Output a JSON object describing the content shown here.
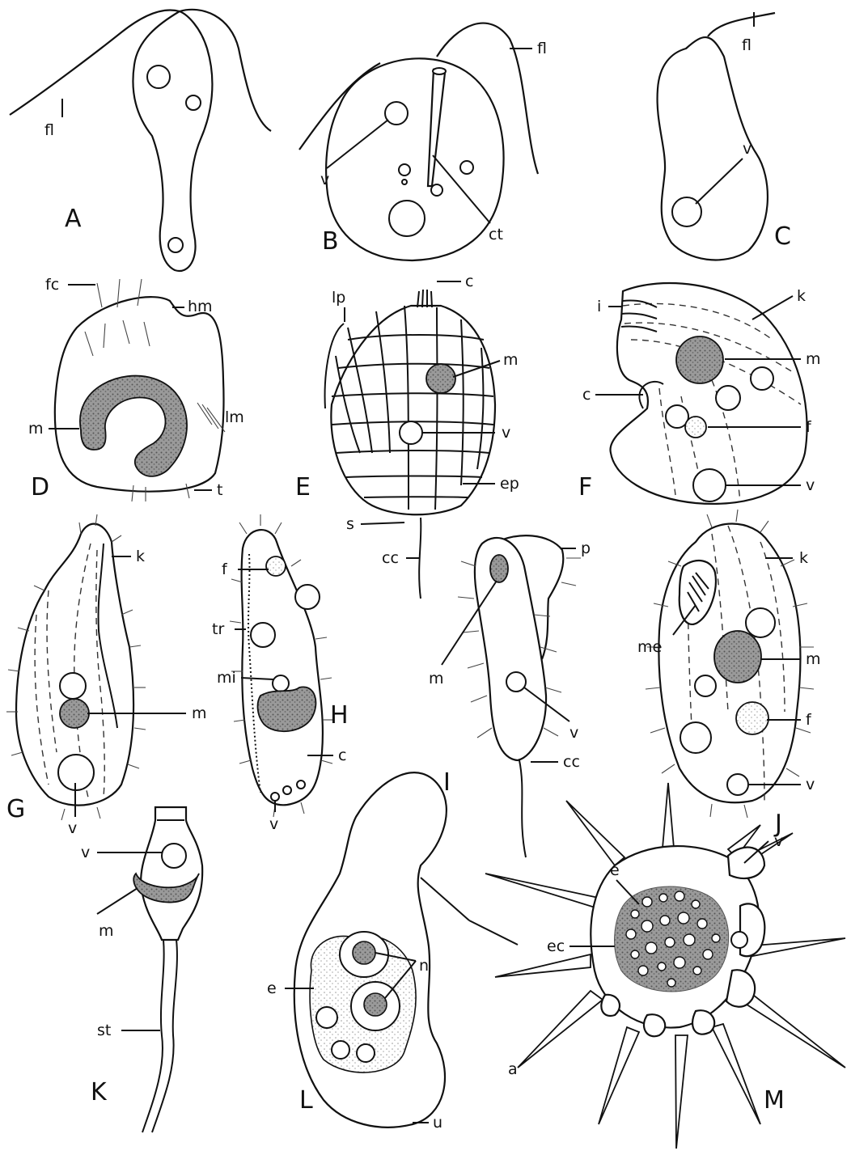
{
  "figure": {
    "panels": [
      {
        "letter": "A",
        "labels": [
          "fl"
        ]
      },
      {
        "letter": "B",
        "labels": [
          "fl",
          "v",
          "ct"
        ]
      },
      {
        "letter": "C",
        "labels": [
          "fl",
          "v"
        ]
      },
      {
        "letter": "D",
        "labels": [
          "fc",
          "hm",
          "lm",
          "m",
          "t"
        ]
      },
      {
        "letter": "E",
        "labels": [
          "c",
          "lp",
          "m",
          "v",
          "ep",
          "s",
          "cc"
        ]
      },
      {
        "letter": "F",
        "labels": [
          "i",
          "k",
          "m",
          "c",
          "f",
          "v"
        ]
      },
      {
        "letter": "G",
        "labels": [
          "k",
          "m",
          "v"
        ]
      },
      {
        "letter": "H",
        "labels": [
          "f",
          "tr",
          "mi",
          "c",
          "v"
        ]
      },
      {
        "letter": "I",
        "labels": [
          "p",
          "m",
          "v",
          "cc"
        ]
      },
      {
        "letter": "J",
        "labels": [
          "k",
          "me",
          "m",
          "f",
          "v"
        ]
      },
      {
        "letter": "K",
        "labels": [
          "v",
          "m",
          "st"
        ]
      },
      {
        "letter": "L",
        "labels": [
          "n",
          "e",
          "u"
        ]
      },
      {
        "letter": "M",
        "labels": [
          "v",
          "e",
          "ec",
          "a"
        ]
      }
    ]
  },
  "colors": {
    "ink": "#111111",
    "stipple": "#8a8a8a",
    "paper": "#ffffff"
  }
}
